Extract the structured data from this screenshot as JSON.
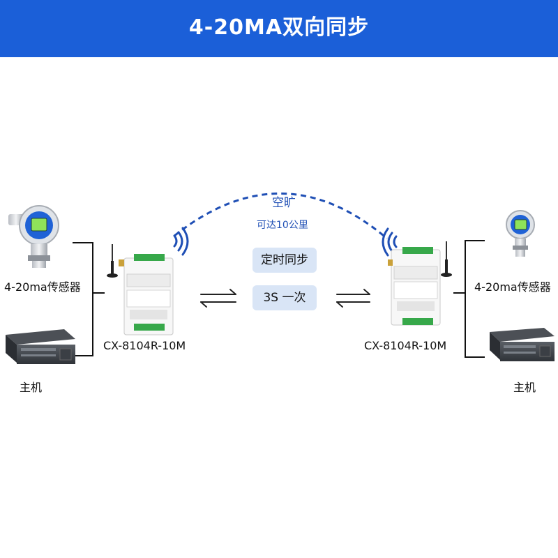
{
  "header": {
    "title": "4-20MA双向同步"
  },
  "link": {
    "line1": "空旷",
    "line2": "可达10公里"
  },
  "sync": {
    "mode_label": "定时同步",
    "interval_label": "3S 一次"
  },
  "left_node": {
    "sensor_label": "4-20ma传感器",
    "host_label": "主机",
    "device_model": "CX-8104R-10M"
  },
  "right_node": {
    "sensor_label": "4-20ma传感器",
    "host_label": "主机",
    "device_model": "CX-8104R-10M"
  },
  "colors": {
    "header_bg": "#1b5fd8",
    "link_dash": "#1f4fb5",
    "pill_bg": "#d9e5f6"
  },
  "icons": [
    "pressure-transmitter-icon",
    "plc-host-icon",
    "io-module-icon",
    "antenna-icon",
    "wireless-signal-icon",
    "bidirectional-arrows-icon"
  ]
}
